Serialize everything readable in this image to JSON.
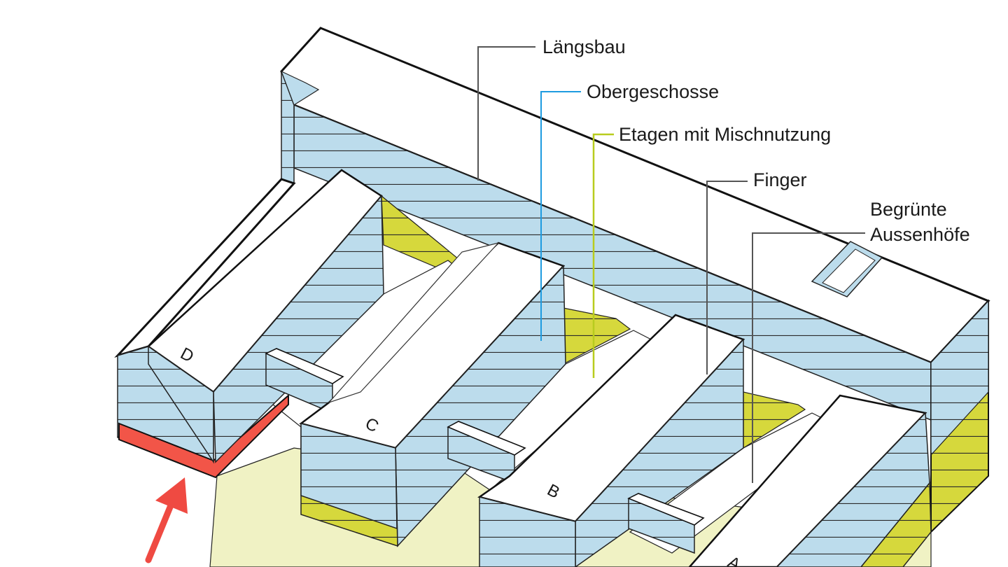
{
  "labels": {
    "laengsbau": "Längsbau",
    "obergeschosse": "Obergeschosse",
    "mischnutzung": "Etagen mit Mischnutzung",
    "finger": "Finger",
    "aussenhoefe_line1": "Begrünte",
    "aussenhoefe_line2": "Aussenhöfe"
  },
  "buildings": {
    "a": "A",
    "b": "B",
    "c": "C",
    "d": "D"
  },
  "colors": {
    "upper_floors": "#bcdcec",
    "mixed_use": "#d6d83c",
    "mixed_use_light": "#f0f2c4",
    "ground_floor_highlight": "#f25548",
    "arrow": "#ef4a42",
    "laengsbau_line": "#555555",
    "obergeschosse_line": "#1e9be0",
    "mischnutzung_line": "#b8cc1e",
    "finger_line": "#555555",
    "aussenhoefe_line": "#555555"
  }
}
